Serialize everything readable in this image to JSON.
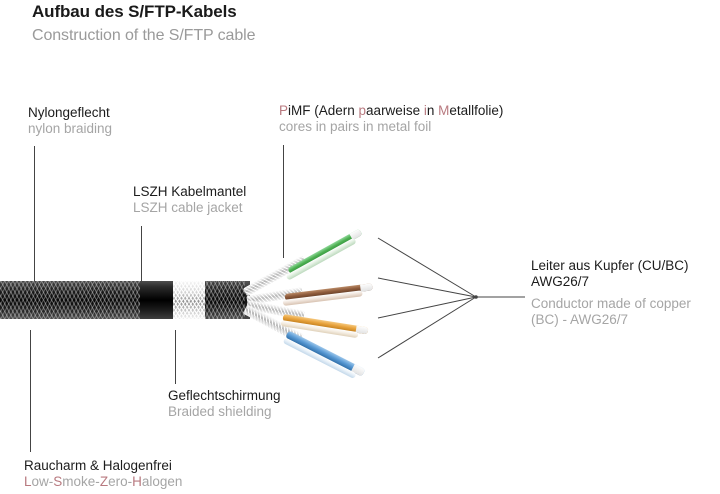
{
  "title": {
    "de": "Aufbau des S/FTP-Kabels",
    "en": "Construction of the S/FTP cable"
  },
  "labels": {
    "nylon": {
      "de": "Nylongeflecht",
      "en": "nylon braiding"
    },
    "pimf": {
      "de_parts": [
        "P",
        "iMF (Adern ",
        "p",
        "aarweise ",
        "i",
        "n ",
        "M",
        "etallfolie)"
      ],
      "de_plain": "PiMF (Adern paarweise in Metallfolie)",
      "en": "cores in pairs in metal foil"
    },
    "lszh_jacket": {
      "de": "LSZH Kabelmantel",
      "en": "LSZH cable jacket"
    },
    "conductor": {
      "de_line1": "Leiter aus Kupfer (CU/BC)",
      "de_line2": "AWG26/7",
      "en_line1": "Conductor made of copper",
      "en_line2": "(BC) - AWG26/7"
    },
    "braided_shielding": {
      "de": "Geflechtschirmung",
      "en": "Braided shielding"
    },
    "lszh_smoke": {
      "de": "Raucharm & Halogenfrei",
      "en_parts": [
        "L",
        "ow-",
        "S",
        "moke-",
        "Z",
        "ero-",
        "H",
        "alogen"
      ],
      "en_plain": "Low-Smoke-Zero-Halogen"
    }
  },
  "colors": {
    "title_de": "#1a1a1a",
    "title_en": "#9a9a9a",
    "label_de": "#1c1c1c",
    "label_en": "#a5a5a5",
    "highlight": "#b8797f",
    "leader_line": "#444444",
    "wire_green": "#4caf50",
    "wire_brown": "#8d5a3b",
    "wire_orange": "#e8a33d",
    "wire_blue": "#5b9bd5",
    "jacket_black": "#000000",
    "shield_silver": "#cfcfcf"
  },
  "cable": {
    "pairs": [
      {
        "name": "green-pair",
        "color": "#4caf50"
      },
      {
        "name": "brown-pair",
        "color": "#8d5a3b"
      },
      {
        "name": "orange-pair",
        "color": "#e8a33d"
      },
      {
        "name": "blue-pair",
        "color": "#5b9bd5"
      }
    ],
    "segments": [
      "nylon-braid",
      "lszh-jacket",
      "foil-shield",
      "braided-shield"
    ]
  }
}
